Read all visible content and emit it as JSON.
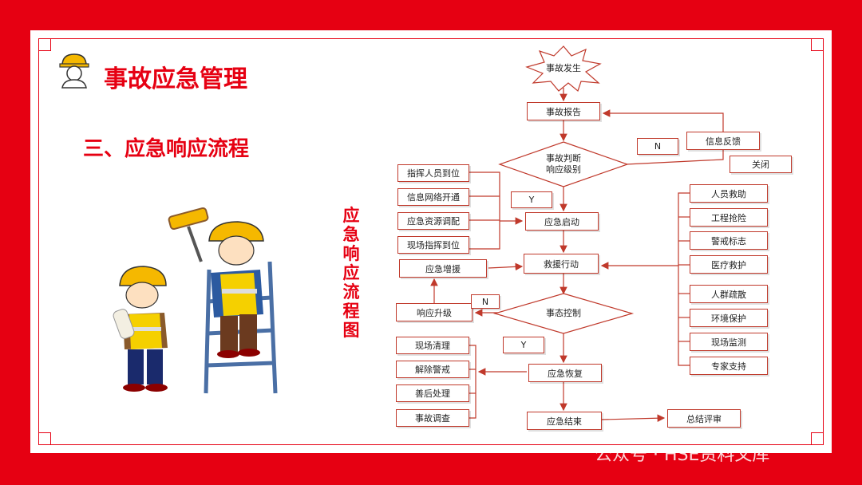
{
  "title": "事故应急管理",
  "subtitle": "三、应急响应流程",
  "vertical_title": "应急响应流程图",
  "watermark": "公众号 · HSE资料文库",
  "flow": {
    "start": "事故发生",
    "report": "事故报告",
    "judge_line1": "事故判断",
    "judge_line2": "响应级别",
    "feedback": "信息反馈",
    "close": "关闭",
    "n1": "N",
    "y1": "Y",
    "activate": "应急启动",
    "rescue": "救援行动",
    "reinforce": "应急增援",
    "control": "事态控制",
    "upgrade": "响应升级",
    "n2": "N",
    "y2": "Y",
    "recover": "应急恢复",
    "end": "应急结束",
    "review": "总结评审",
    "left_activate": [
      "指挥人员到位",
      "信息网络开通",
      "应急资源调配",
      "现场指挥到位"
    ],
    "right_rescue": [
      "人员救助",
      "工程抢险",
      "警戒标志",
      "医疗救护",
      "人群疏散",
      "环境保护",
      "现场监测",
      "专家支持"
    ],
    "left_recover": [
      "现场清理",
      "解除警戒",
      "善后处理",
      "事故调查"
    ]
  }
}
